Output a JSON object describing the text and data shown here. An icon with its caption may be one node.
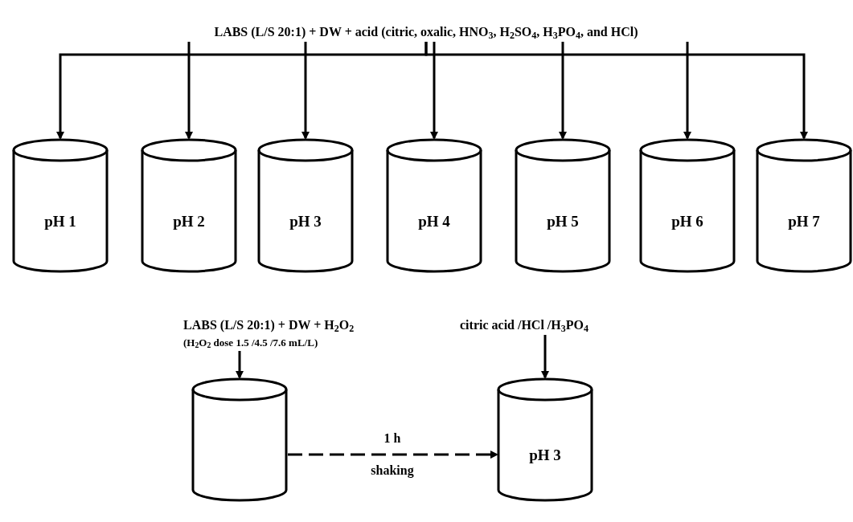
{
  "diagram": {
    "nodes": [
      {
        "text": [
          "LABS (L/S 20:1) + DW + acid (citric,  oxalic, HNO$_{3}$, H$_{2}$SO$_{4}$, H$_{3}$PO$_{4}$, and HCl)"
        ]
      },
      {
        "text": [
          "pH 1"
        ]
      },
      {
        "text": [
          "pH 2"
        ]
      },
      {
        "text": [
          "pH 3"
        ]
      },
      {
        "text": [
          "pH 4"
        ]
      },
      {
        "text": [
          "pH 5"
        ]
      },
      {
        "text": [
          "pH 6"
        ]
      },
      {
        "text": [
          "pH 7"
        ]
      },
      {
        "text": [
          "LABS (L/S 20:1) + DW + H$_{2}$O$_{2}$",
          "(H$_{2}$O$_{2}$  dose 1.5 /4.5 /7.6 mL/L)"
        ]
      },
      {
        "text": [
          "citric acid /HCl /H$_{3}$PO$_{4}$"
        ]
      },
      {
        "text": [],
        "shape": "cylinder"
      },
      {
        "text": [
          "pH 3"
        ]
      }
    ],
    "edges": [
      {
        "from": 0,
        "to": 1,
        "arrow": "to"
      },
      {
        "from": 0,
        "to": 2,
        "arrow": "to"
      },
      {
        "from": 0,
        "to": 3,
        "arrow": "to"
      },
      {
        "from": 0,
        "to": 4,
        "arrow": "to"
      },
      {
        "from": 0,
        "to": 5,
        "arrow": "to"
      },
      {
        "from": 0,
        "to": 6,
        "arrow": "to"
      },
      {
        "from": 0,
        "to": 7,
        "arrow": "to"
      },
      {
        "from": 8,
        "to": 10,
        "arrow": "to"
      },
      {
        "from": 9,
        "to": 11,
        "arrow": "to"
      },
      {
        "from": 10,
        "to": 11,
        "arrow": "to",
        "style": "dashed",
        "label": "1 h"
      }
    ],
    "labels": [
      "shaking"
    ]
  }
}
